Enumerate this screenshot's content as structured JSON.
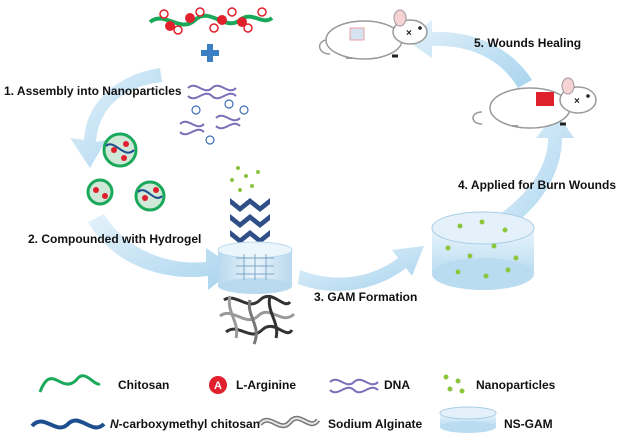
{
  "steps": {
    "s1": "1. Assembly into Nanoparticles",
    "s2": "2. Compounded with Hydrogel",
    "s3": "3. GAM Formation",
    "s4": "4. Applied for Burn Wounds",
    "s5": "5. Wounds Healing"
  },
  "legend": {
    "chitosan": "Chitosan",
    "l_arginine": "L-Arginine",
    "dna": "DNA",
    "nanoparticles": "Nanoparticles",
    "n_carboxymethyl_prefix": "N",
    "n_carboxymethyl_rest": "-carboxymethyl chitosan",
    "sodium_alginate": "Sodium Alginate",
    "ns_gam": "NS-GAM"
  },
  "colors": {
    "chitosan": "#1aa85a",
    "arginine": "#e0202c",
    "cmc": "#1d4f8f",
    "arrow": "#bfdff2",
    "wound": "#e0202c",
    "gel": "#cde6f6",
    "dot": "#8cc63f"
  }
}
